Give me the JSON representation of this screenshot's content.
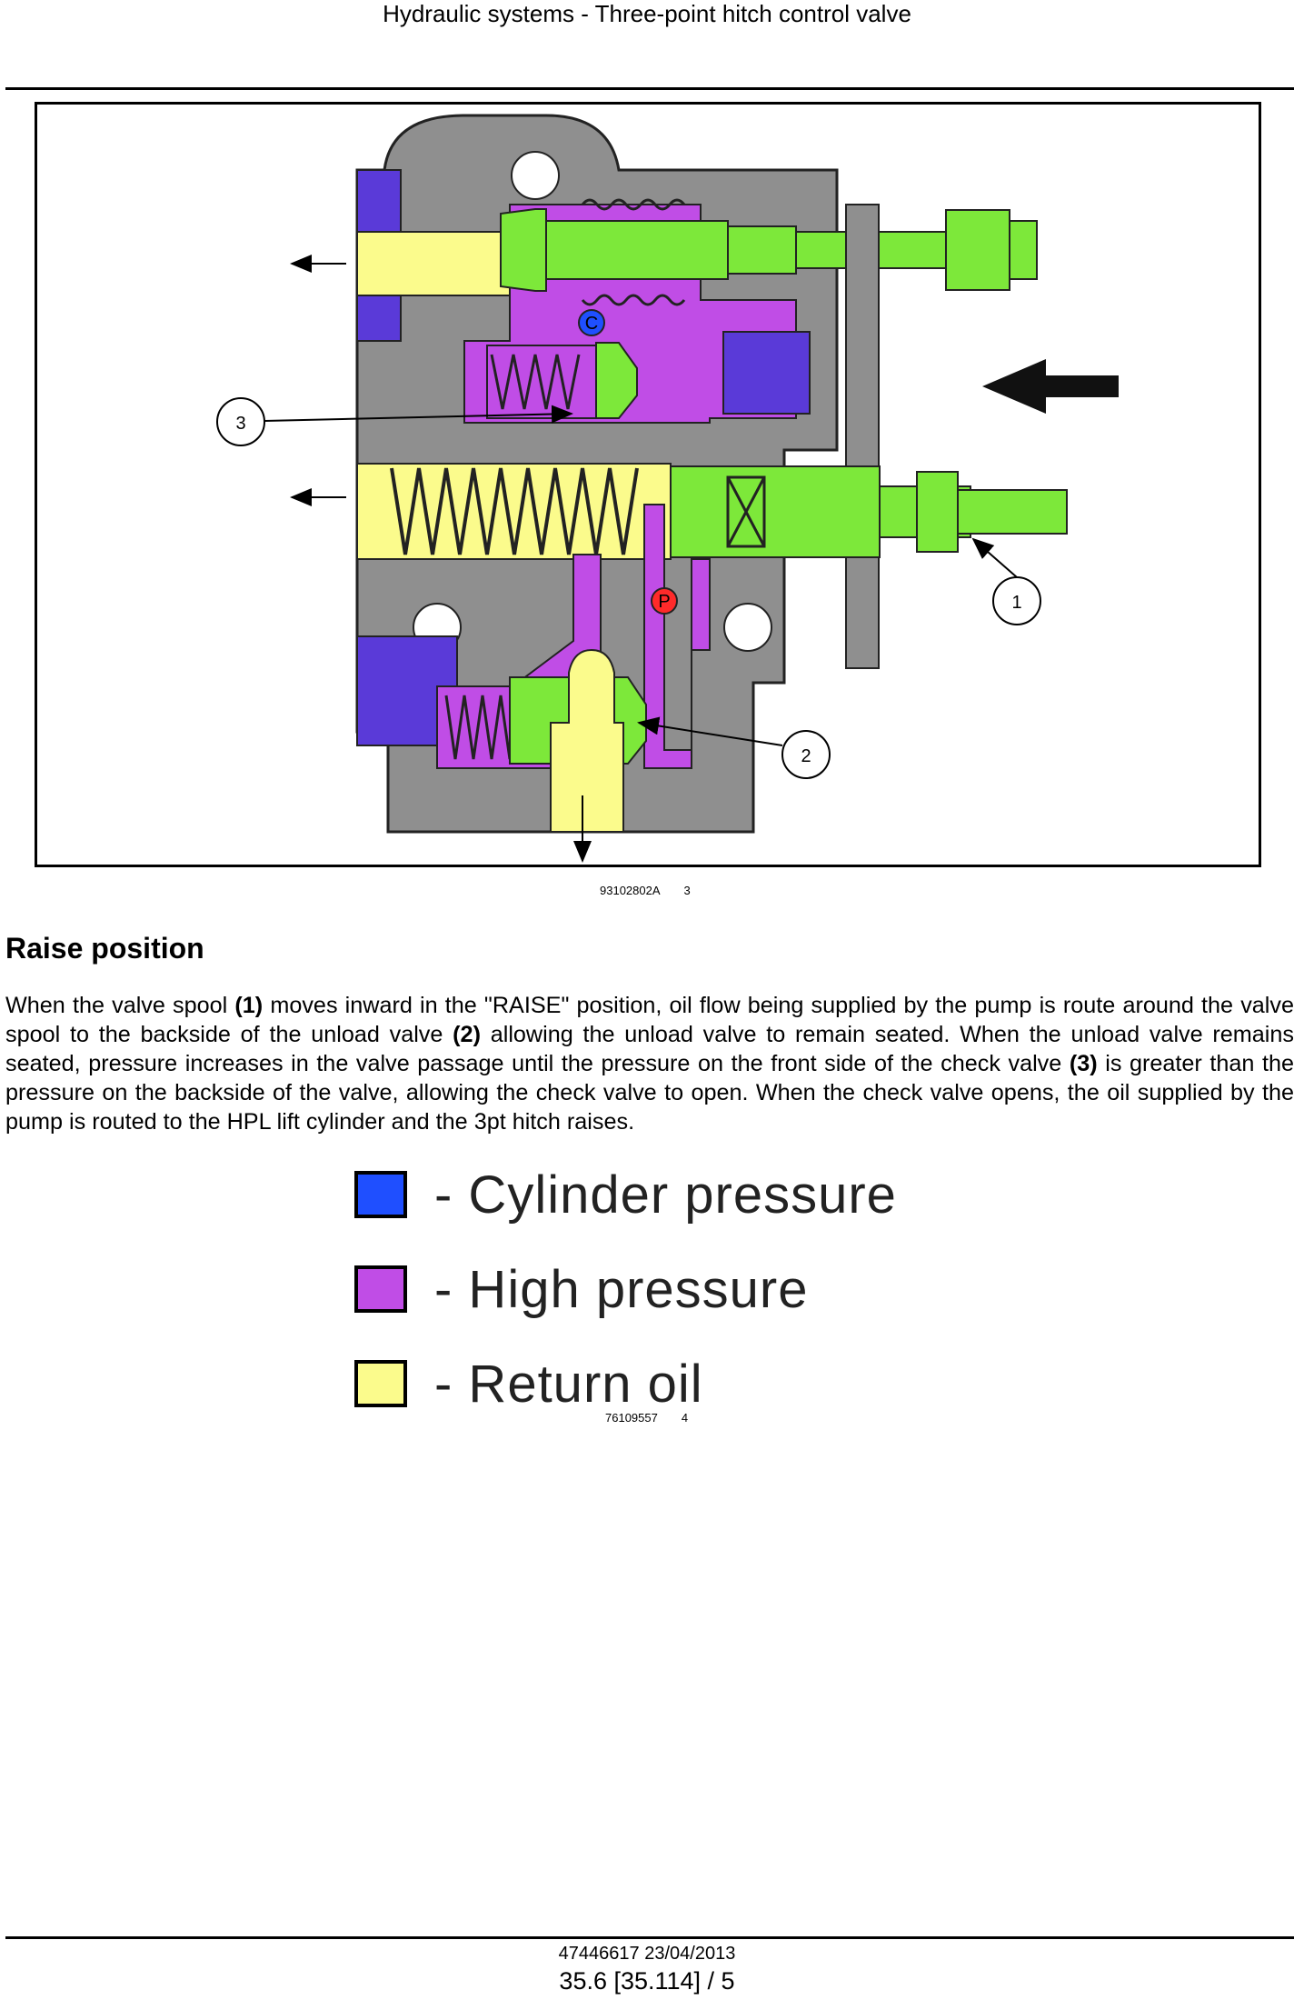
{
  "header": {
    "title": "Hydraulic systems - Three-point hitch control valve"
  },
  "figure1": {
    "callouts": [
      "1",
      "2",
      "3"
    ],
    "port_labels": {
      "c": "C",
      "p": "P"
    },
    "image_id": "93102802A",
    "number": "3"
  },
  "section": {
    "heading": "Raise position",
    "paragraph": [
      {
        "text": "When the valve spool ",
        "bold": false
      },
      {
        "text": "(1)",
        "bold": true
      },
      {
        "text": " moves inward in the \"RAISE\" position, oil flow being supplied by the pump is route around the valve spool to the backside of the unload valve ",
        "bold": false
      },
      {
        "text": "(2)",
        "bold": true
      },
      {
        "text": " allowing the unload valve to remain seated. When the unload valve remains seated, pressure increases in the valve passage until the pressure on the front side of the check valve ",
        "bold": false
      },
      {
        "text": "(3)",
        "bold": true
      },
      {
        "text": " is greater than the pressure on the backside of the valve, allowing the check valve to open. When the check valve opens, the oil supplied by the pump is routed to the HPL lift cylinder and the 3pt hitch raises.",
        "bold": false
      }
    ]
  },
  "legend": {
    "items": [
      {
        "label": "- Cylinder pressure",
        "color": "#1f4fff"
      },
      {
        "label": "- High pressure",
        "color": "#c04de6"
      },
      {
        "label": "- Return oil",
        "color": "#fbfb8c"
      }
    ]
  },
  "figure2": {
    "image_id": "76109557",
    "number": "4"
  },
  "footer": {
    "doc": "47446617 23/04/2013",
    "page": "35.6 [35.114] / 5"
  },
  "colors": {
    "housing": "#8f8f8f",
    "cylinder": "#5a3ad8",
    "high_pressure": "#c04de6",
    "return_oil": "#fbfb8c",
    "spool": "#7de83a"
  }
}
